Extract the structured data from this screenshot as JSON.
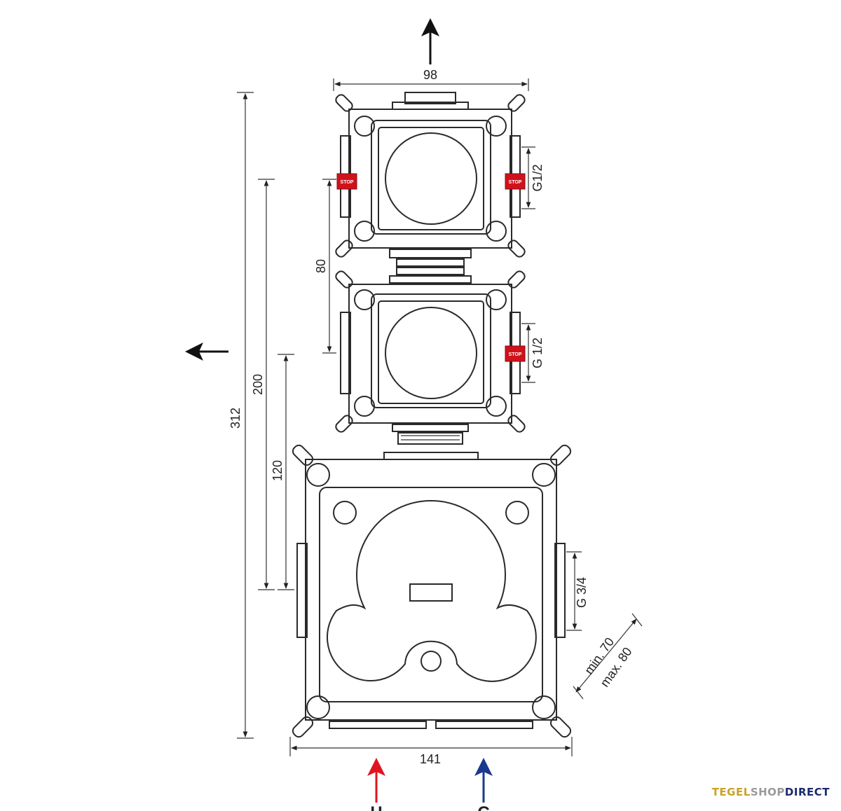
{
  "dimensions": {
    "top_width": "98",
    "total_height": "312",
    "height_200": "200",
    "spacing_80": "80",
    "height_120": "120",
    "bottom_width": "141",
    "depth_min": "min. 70",
    "depth_max": "max. 80"
  },
  "threads": {
    "upper_valve": "G1/2",
    "middle_valve": "G 1/2",
    "thermostat": "G 3/4"
  },
  "stop_label": "STOP",
  "inlets": {
    "hot": "H",
    "cold": "C"
  },
  "brand": {
    "part1": "TEGEL",
    "part2": "SHOP",
    "part3": "DIRECT"
  },
  "colors": {
    "stop": "#d0121b",
    "hot_arrow": "#e0141e",
    "cold_arrow": "#1a3a8f",
    "line": "#2a2a2a"
  }
}
